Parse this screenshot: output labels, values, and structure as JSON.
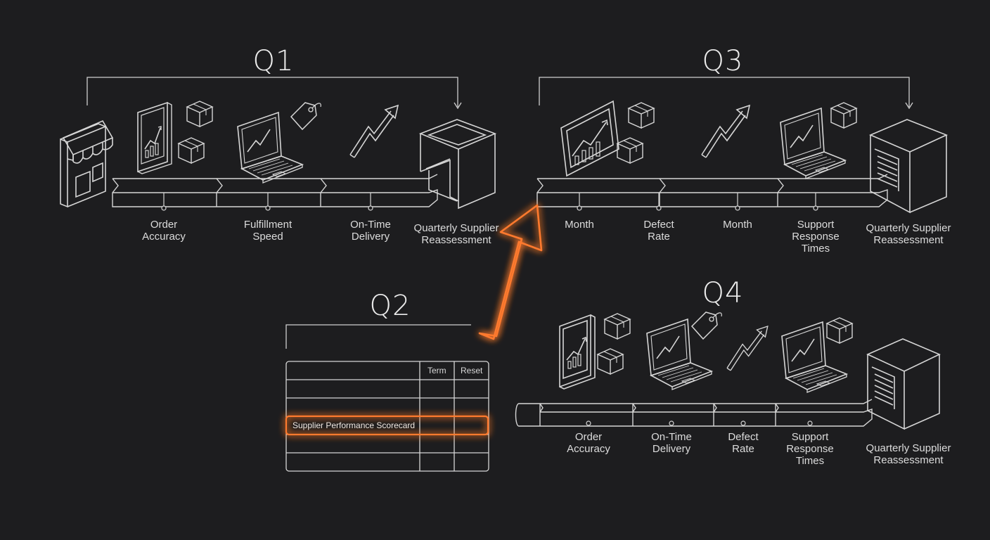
{
  "colors": {
    "background": "#1d1d1f",
    "line": "#d6d6d6",
    "accent": "#ff7a2e"
  },
  "q1": {
    "title": "Q1",
    "labels": [
      [
        "Order",
        "Accuracy"
      ],
      [
        "Fulfillment",
        "Speed"
      ],
      [
        "On-Time",
        "Delivery"
      ],
      [
        "Quarterly Supplier",
        "Reassessment"
      ]
    ],
    "icons": [
      "storefront-icon",
      "tablet-chart-icon",
      "package-icon",
      "laptop-chart-icon",
      "price-tag-icon",
      "trend-arrow-icon",
      "loading-dock-icon"
    ]
  },
  "q2": {
    "title": "Q2",
    "table_headers": [
      "Term",
      "Reset"
    ],
    "highlighted_row": "Supplier Performance Scorecard"
  },
  "q3": {
    "title": "Q3",
    "labels": [
      [
        "Month"
      ],
      [
        "Defect",
        "Rate"
      ],
      [
        "Month"
      ],
      [
        "Support",
        "Response",
        "Times"
      ],
      [
        "Quarterly Supplier",
        "Reassessment"
      ]
    ],
    "icons": [
      "tablet-chart-icon",
      "package-icon",
      "trend-arrow-icon",
      "laptop-chart-icon",
      "warehouse-icon"
    ]
  },
  "q4": {
    "title": "Q4",
    "labels": [
      [
        "Order",
        "Accuracy"
      ],
      [
        "On-Time",
        "Delivery"
      ],
      [
        "Defect",
        "Rate"
      ],
      [
        "Support",
        "Response",
        "Times"
      ],
      [
        "Quarterly Supplier",
        "Reassessment"
      ]
    ],
    "icons": [
      "tablet-chart-icon",
      "package-icon",
      "laptop-chart-icon",
      "price-tag-icon",
      "trend-arrow-icon",
      "warehouse-icon"
    ]
  }
}
